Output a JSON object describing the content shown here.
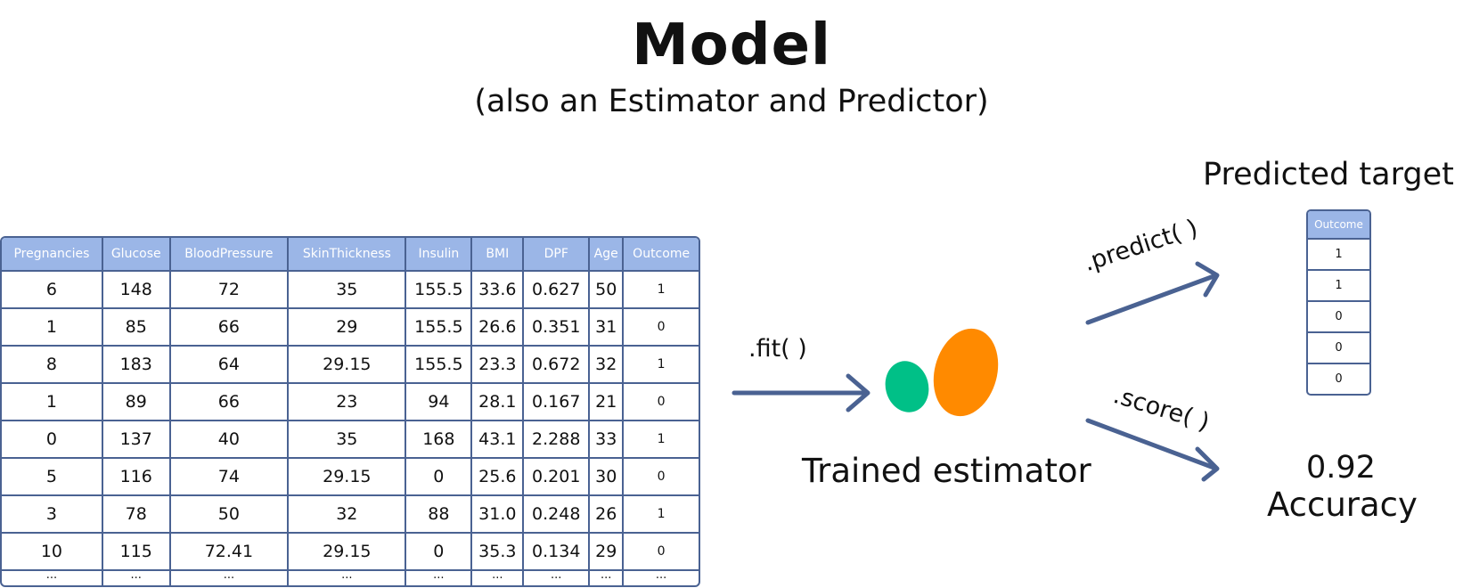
{
  "title": "Model",
  "subtitle": "(also an Estimator and Predictor)",
  "table": {
    "columns": [
      "Pregnancies",
      "Glucose",
      "BloodPressure",
      "SkinThickness",
      "Insulin",
      "BMI",
      "DPF",
      "Age",
      "Outcome"
    ],
    "rows": [
      [
        "6",
        "148",
        "72",
        "35",
        "155.5",
        "33.6",
        "0.627",
        "50",
        "1"
      ],
      [
        "1",
        "85",
        "66",
        "29",
        "155.5",
        "26.6",
        "0.351",
        "31",
        "0"
      ],
      [
        "8",
        "183",
        "64",
        "29.15",
        "155.5",
        "23.3",
        "0.672",
        "32",
        "1"
      ],
      [
        "1",
        "89",
        "66",
        "23",
        "94",
        "28.1",
        "0.167",
        "21",
        "0"
      ],
      [
        "0",
        "137",
        "40",
        "35",
        "168",
        "43.1",
        "2.288",
        "33",
        "1"
      ],
      [
        "5",
        "116",
        "74",
        "29.15",
        "0",
        "25.6",
        "0.201",
        "30",
        "0"
      ],
      [
        "3",
        "78",
        "50",
        "32",
        "88",
        "31.0",
        "0.248",
        "26",
        "1"
      ],
      [
        "10",
        "115",
        "72.41",
        "29.15",
        "0",
        "35.3",
        "0.134",
        "29",
        "0"
      ],
      [
        "...",
        "...",
        "...",
        "...",
        "...",
        "...",
        "...",
        "...",
        "..."
      ]
    ]
  },
  "fit_label": ".fit( )",
  "estimator_label": "Trained estimator",
  "predict_label": ".predict( )",
  "score_label": ".score( )",
  "predicted": {
    "label": "Predicted target",
    "column": "Outcome",
    "values": [
      "1",
      "1",
      "0",
      "0",
      "0"
    ]
  },
  "score": {
    "value": "0.92",
    "label": "Accuracy"
  },
  "colors": {
    "header_bg": "#9bb6e7",
    "border": "#4a6292",
    "arrow": "#4a6292",
    "estimator_green": "#00c087",
    "estimator_orange": "#ff8a00"
  }
}
